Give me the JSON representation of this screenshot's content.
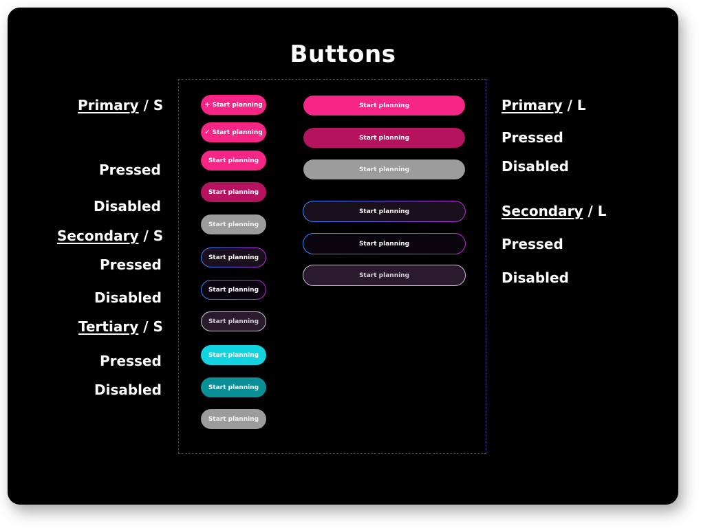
{
  "title": "Buttons",
  "labels": {
    "primary_s": "Primary",
    "primary_s_size": " / S",
    "pressed_1": "Pressed",
    "disabled_1": "Disabled",
    "secondary_s": "Secondary",
    "secondary_s_size": " / S",
    "pressed_2": "Pressed",
    "disabled_2": "Disabled",
    "tertiary_s": "Tertiary",
    "tertiary_s_size": " / S",
    "pressed_3": "Pressed",
    "disabled_3": "Disabled",
    "primary_l": "Primary",
    "primary_l_size": " / L",
    "pressed_4": "Pressed",
    "disabled_4": "Disabled",
    "secondary_l": "Secondary",
    "secondary_l_size": " / L",
    "pressed_5": "Pressed",
    "disabled_5": "Disabled"
  },
  "button_label": "Start planning",
  "icons": {
    "plus": "+",
    "check": "✓"
  },
  "colors": {
    "primary": "#f72585",
    "primary_pressed": "#b5125f",
    "disabled": "#9c9c9c",
    "secondary_border_start": "#2c8dff",
    "secondary_border_end": "#c22ad6",
    "tertiary": "#12d3df",
    "tertiary_pressed": "#0b8f96"
  }
}
